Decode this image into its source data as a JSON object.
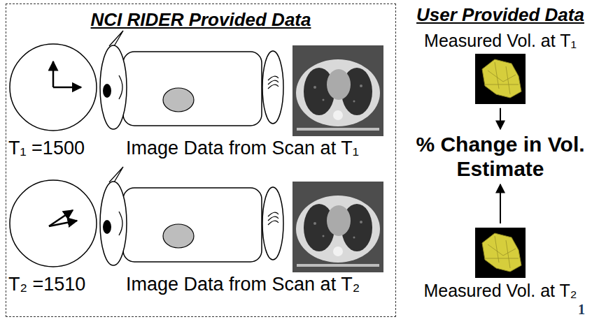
{
  "diagram": {
    "nodes": [
      {
        "text": [
          "NCI RIDER Provided Data"
        ]
      },
      {
        "text": [
          "Measured Vol. at T₁"
        ]
      },
      {
        "text": [
          "% Change in Vol. Estimate"
        ]
      },
      {
        "text": [
          "Measured Vol. at T₂"
        ]
      }
    ],
    "edges": [
      {
        "from": 1,
        "to": 2,
        "arrow": "to"
      },
      {
        "from": 3,
        "to": 2,
        "arrow": "to"
      }
    ],
    "labels": [
      "User Provided Data",
      "T₁ =1500",
      "Image Data from Scan at T₁",
      "T₂ =1510",
      "Image Data from Scan at T₂",
      "1"
    ]
  }
}
